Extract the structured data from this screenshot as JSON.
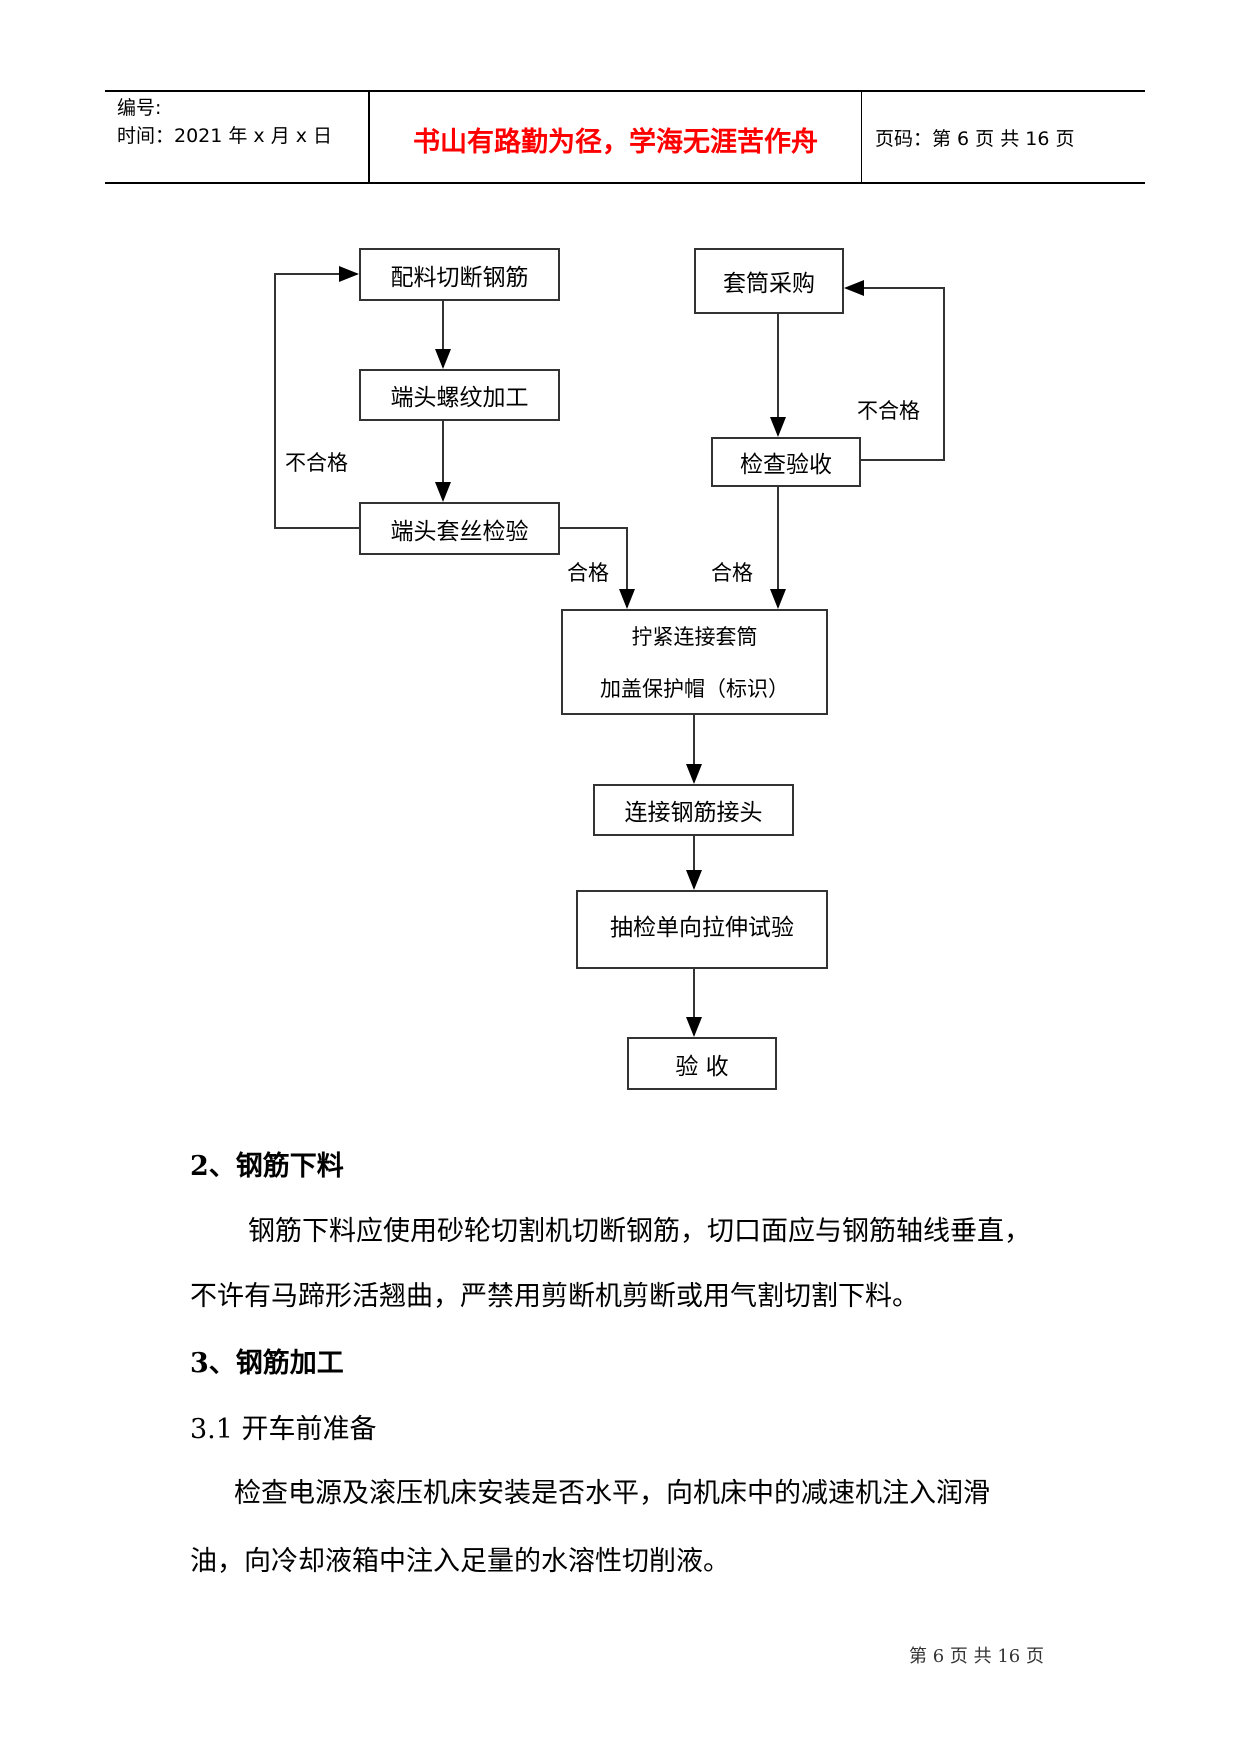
{
  "header": {
    "number_label": "编号:",
    "time_label": "时间：2021 年 x 月 x 日",
    "motto": "书山有路勤为径，学海无涯苦作舟",
    "page_label": "页码：第 6 页  共 16 页"
  },
  "flow": {
    "cut": "配料切断钢筋",
    "thread": "端头螺纹加工",
    "inspect_thread": "端头套丝检验",
    "purchase": "套筒采购",
    "check": "检查验收",
    "tighten_1": "拧紧连接套筒",
    "tighten_2": "加盖保护帽（标识）",
    "connect": "连接钢筋接头",
    "tensile": "抽检单向拉伸试验",
    "accept": "验  收",
    "fail_left": "不合格",
    "fail_right": "不合格",
    "pass_left": "合格",
    "pass_right": "合格"
  },
  "body": {
    "h2": "2、钢筋下料",
    "p1_l1": "钢筋下料应使用砂轮切割机切断钢筋，切口面应与钢筋轴线垂直，",
    "p1_l2": "不许有马蹄形活翘曲，严禁用剪断机剪断或用气割切割下料。",
    "h3": "3、钢筋加工",
    "h31": "3.1 开车前准备",
    "p2_l1": "检查电源及滚压机床安装是否水平，向机床中的减速机注入润滑",
    "p2_l2": "油，向冷却液箱中注入足量的水溶性切削液。"
  },
  "footer": "第 6 页 共 16 页"
}
